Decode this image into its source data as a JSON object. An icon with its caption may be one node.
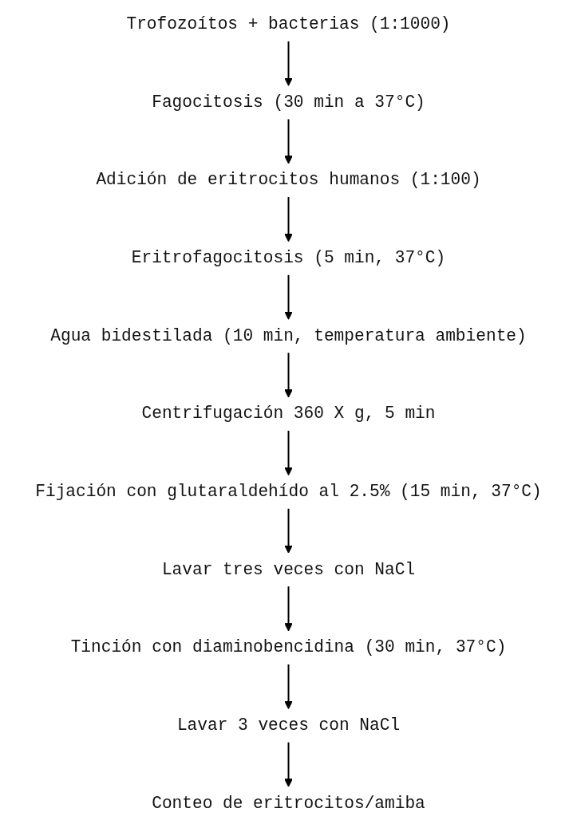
{
  "diagram": {
    "nodes": [
      {
        "text": [
          "Trofozoítos + bacterias (1:1000)"
        ]
      },
      {
        "text": [
          "Fagocitosis (30 min a 37°C)"
        ]
      },
      {
        "text": [
          "Adición de eritrocitos humanos (1:100)"
        ]
      },
      {
        "text": [
          "Eritrofagocitosis (5 min, 37°C)"
        ]
      },
      {
        "text": [
          "Agua bidestilada (10 min, temperatura ambiente)"
        ]
      },
      {
        "text": [
          "Centrifugación 360 X g, 5 min"
        ]
      },
      {
        "text": [
          "Fijación con glutaraldehído al 2.5% (15 min, 37°C)"
        ]
      },
      {
        "text": [
          "Lavar tres veces con NaCl"
        ]
      },
      {
        "text": [
          "Tinción con diaminobencidina (30 min, 37°C)"
        ]
      },
      {
        "text": [
          "Lavar 3 veces con NaCl"
        ]
      },
      {
        "text": [
          "Conteo de eritrocitos/amiba"
        ]
      }
    ],
    "edges": [
      {
        "from": 0,
        "to": 1,
        "arrow": "to"
      },
      {
        "from": 1,
        "to": 2,
        "arrow": "to"
      },
      {
        "from": 2,
        "to": 3,
        "arrow": "to"
      },
      {
        "from": 3,
        "to": 4,
        "arrow": "to"
      },
      {
        "from": 4,
        "to": 5,
        "arrow": "to"
      },
      {
        "from": 5,
        "to": 6,
        "arrow": "to"
      },
      {
        "from": 6,
        "to": 7,
        "arrow": "to"
      },
      {
        "from": 7,
        "to": 8,
        "arrow": "to"
      },
      {
        "from": 8,
        "to": 9,
        "arrow": "to"
      },
      {
        "from": 9,
        "to": 10,
        "arrow": "to"
      }
    ]
  }
}
